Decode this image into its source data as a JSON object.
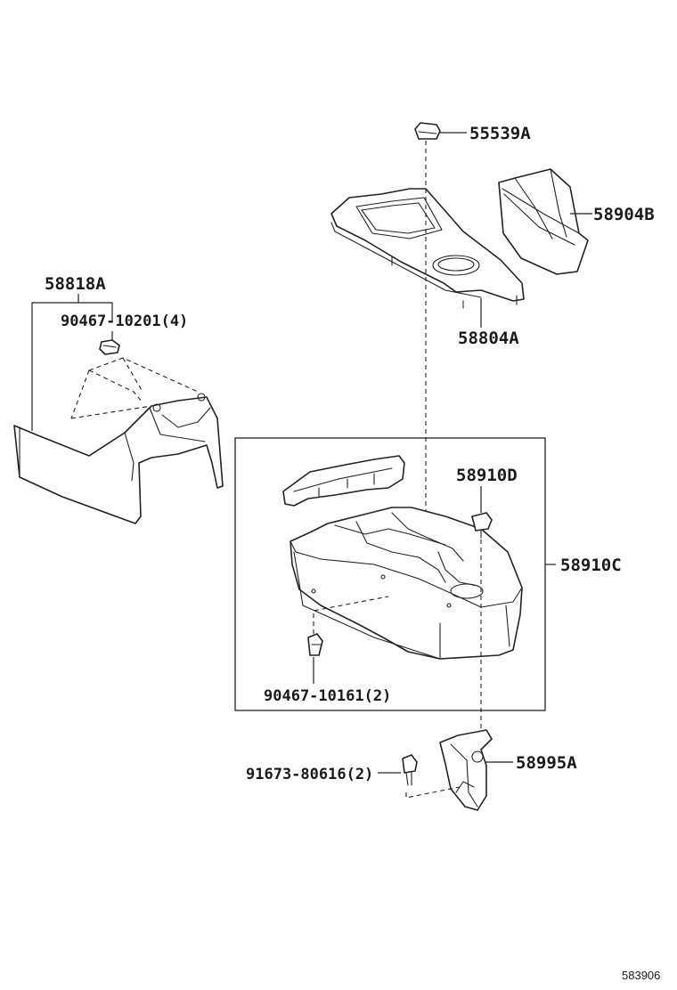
{
  "parts": {
    "p55539a": "55539A",
    "p58904b": "58904B",
    "p58804a": "58804A",
    "p58818a": "58818A",
    "p90467_10201": "90467-10201(4)",
    "p58910d": "58910D",
    "p58910c": "58910C",
    "p90467_10161": "90467-10161(2)",
    "p91673_80616": "91673-80616(2)",
    "p58995a": "58995A"
  },
  "catalog_code": "583906"
}
